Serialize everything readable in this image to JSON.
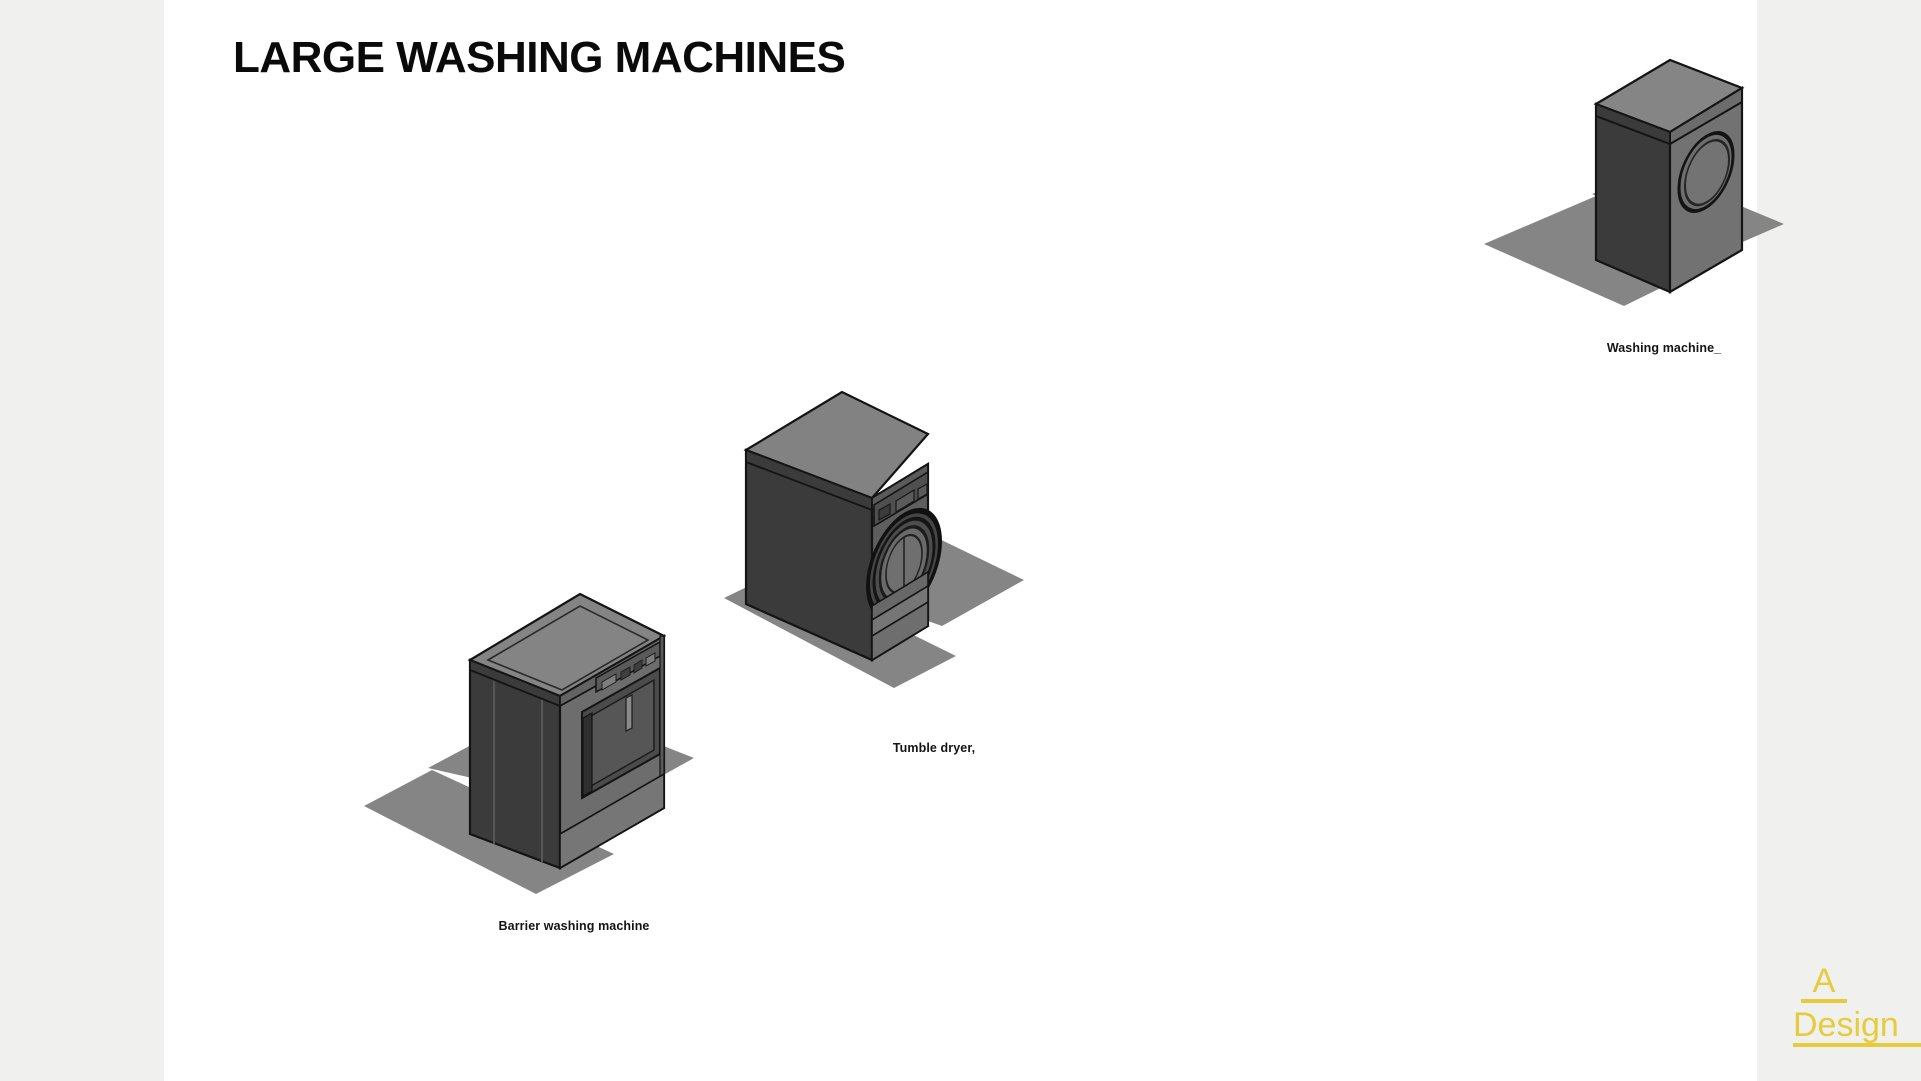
{
  "document": {
    "title": "LARGE WASHING MACHINES",
    "background_color": "#f0f0ee",
    "sheet_color": "#ffffff"
  },
  "models": {
    "washing_machine": {
      "caption": "Washing machine_",
      "icon_name": "isometric-washing-machine-model"
    },
    "tumble_dryer": {
      "caption": "Tumble dryer,",
      "icon_name": "isometric-tumble-dryer-model"
    },
    "barrier_washing_machine": {
      "caption": "Barrier washing machine",
      "icon_name": "isometric-barrier-washing-machine-model"
    }
  },
  "watermark": {
    "line1": "A",
    "line2": "Design",
    "color": "#e6cc3c"
  },
  "palette": {
    "face_dark": "#3b3b3b",
    "face_mid": "#4a4a4a",
    "face_light": "#727272",
    "face_top": "#858585",
    "shadow": "#858585",
    "outline": "#141414",
    "title_color": "#0a0a0a",
    "caption_color": "#141414"
  }
}
